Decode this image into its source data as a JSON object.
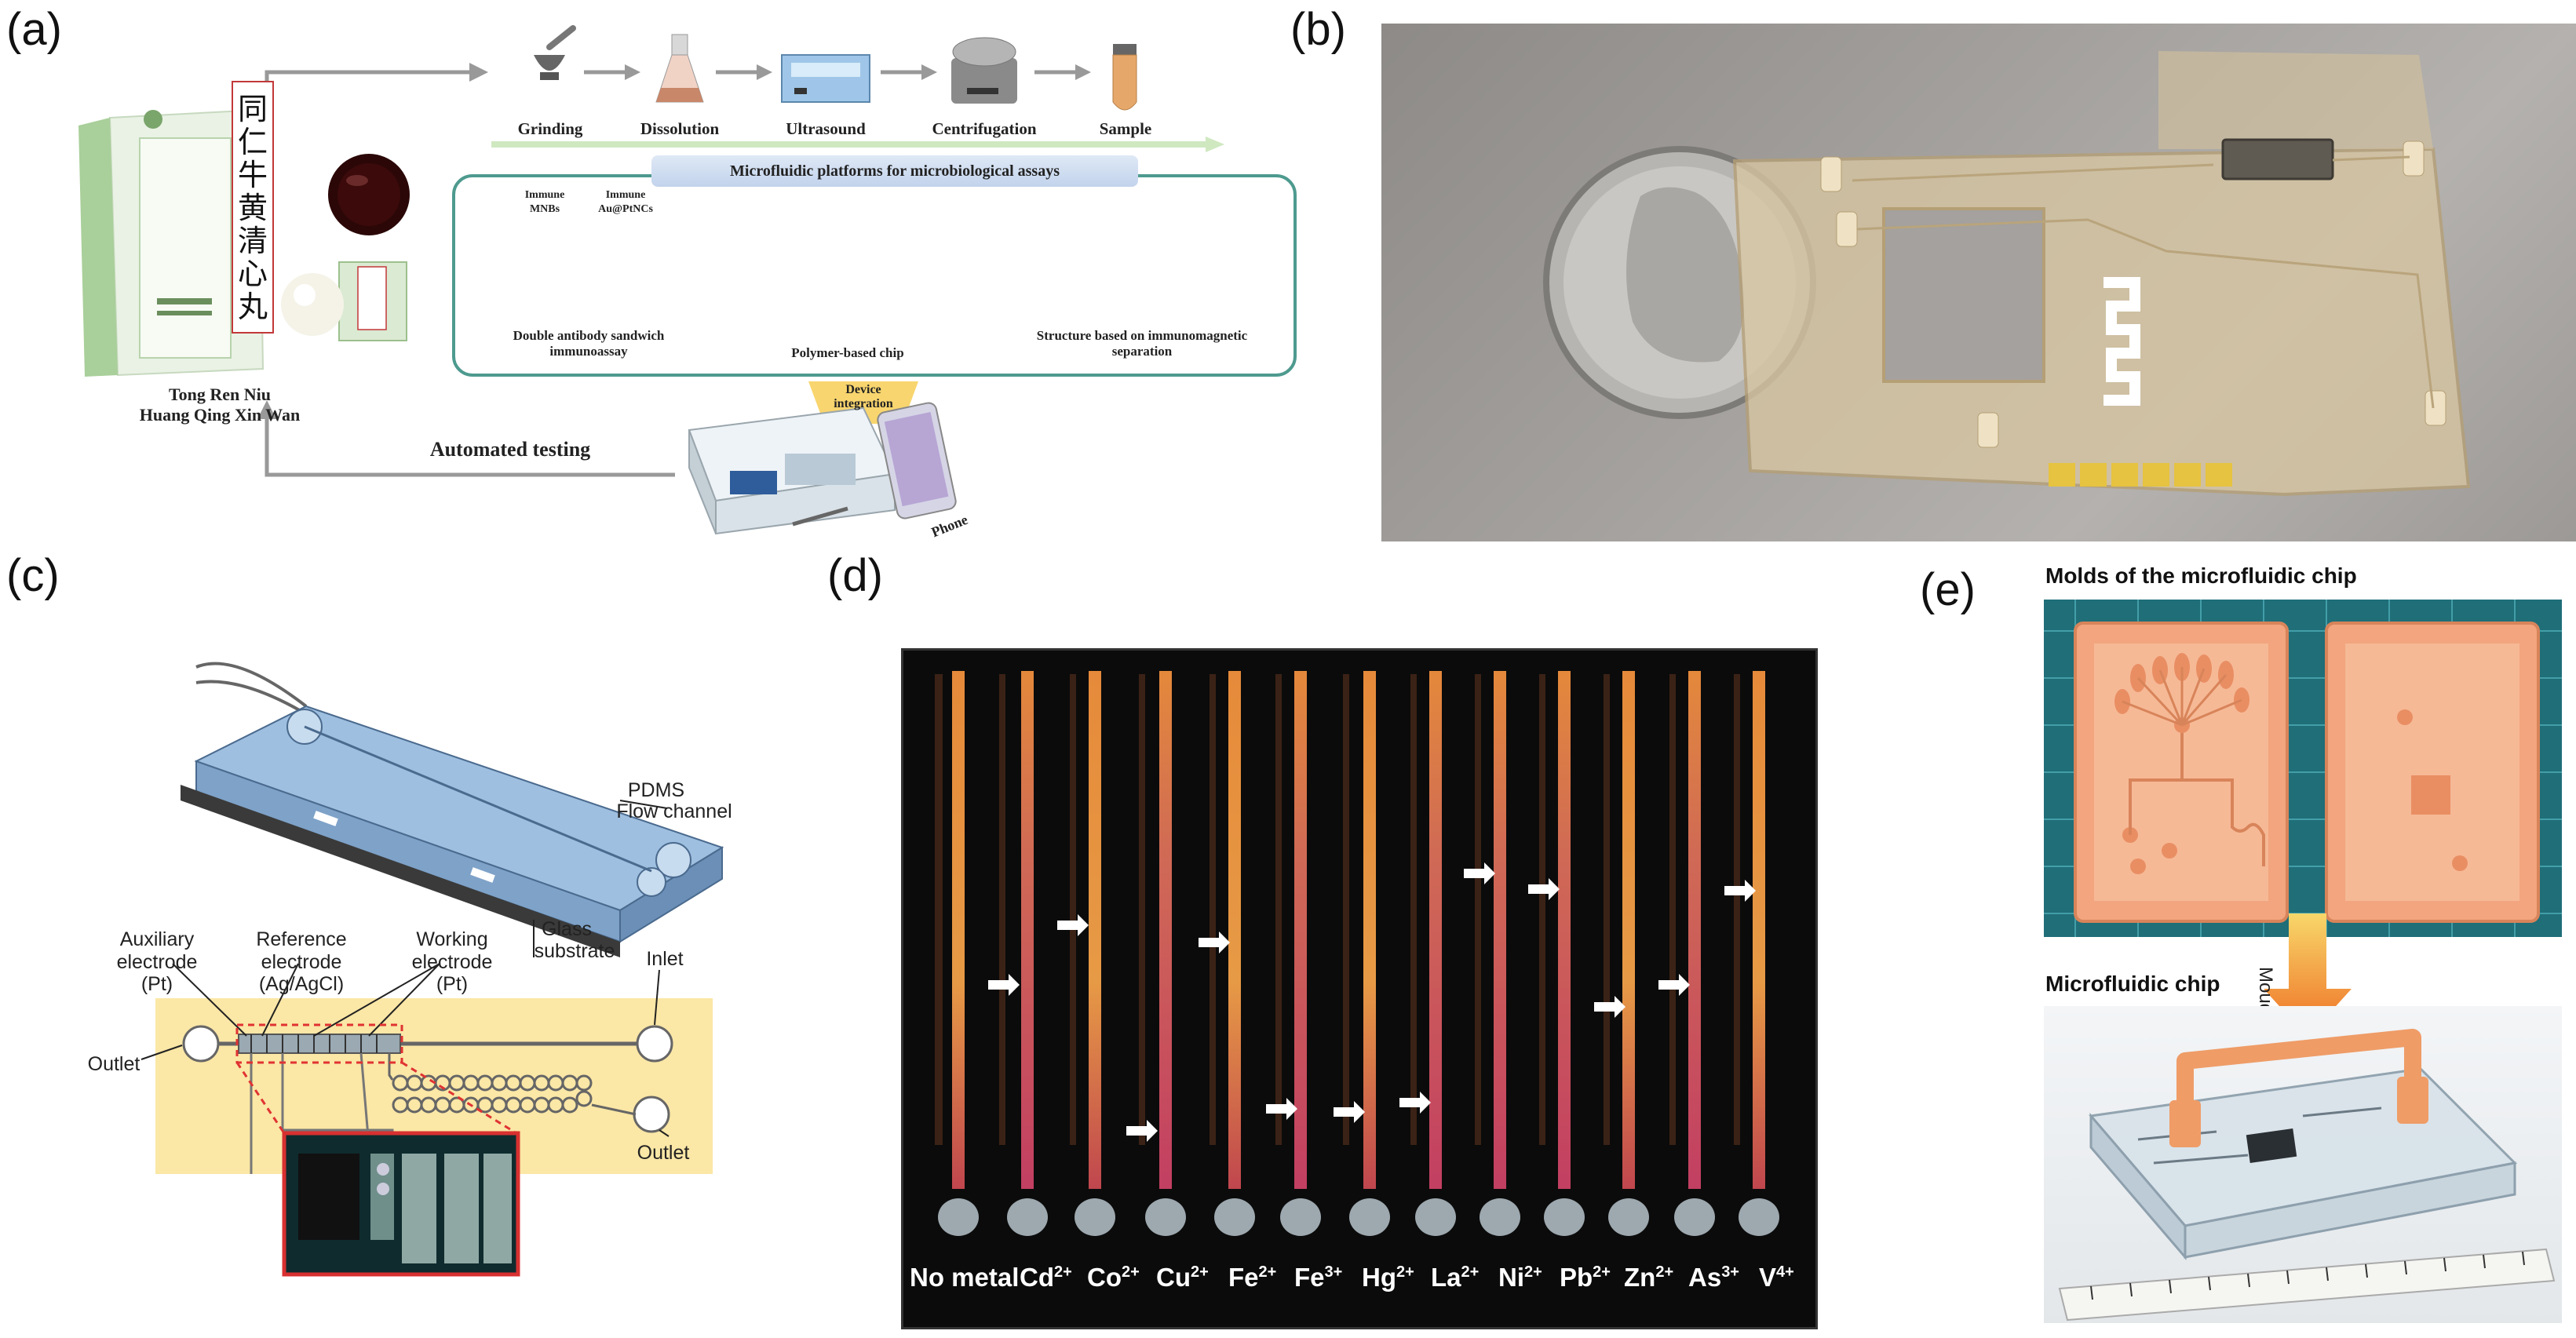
{
  "panels": {
    "a": {
      "label": "(a)",
      "steps": [
        "Grinding",
        "Dissolution",
        "Ultrasound",
        "Centrifugation",
        "Sample"
      ],
      "box_title": "Microfluidic platforms for microbiological assays",
      "legend": {
        "mnb": "Immune MNBs",
        "nc": "Immune Au@PtNCs"
      },
      "sub_captions": [
        "Double antibody sandwich immunoassay",
        "Polymer-based chip",
        "Structure based on immunomagnetic separation"
      ],
      "product_name_line1": "Tong Ren Niu",
      "product_name_line2": "Huang Qing Xin Wan",
      "box_vertical_text": "同仁牛黄清心丸",
      "device_integration": "Device integration",
      "automated_testing": "Automated testing",
      "phone": "Phone"
    },
    "b": {
      "label": "(b)"
    },
    "c": {
      "label": "(c)",
      "pdms": "PDMS",
      "flow_channel": "Flow channel",
      "glass": "Glass",
      "substrate": "substrate",
      "aux_1": "Auxiliary",
      "aux_2": "electrode",
      "aux_3": "(Pt)",
      "ref_1": "Reference",
      "ref_2": "electrode",
      "ref_3": "(Ag/AgCl)",
      "work_1": "Working",
      "work_2": "electrode",
      "work_3": "(Pt)",
      "inlet": "Inlet",
      "outlet_left": "Outlet",
      "outlet_right": "Outlet"
    },
    "d": {
      "label": "(d)",
      "ions": [
        {
          "base": "No metal",
          "sup": ""
        },
        {
          "base": "Cd",
          "sup": "2+"
        },
        {
          "base": "Co",
          "sup": "2+"
        },
        {
          "base": "Cu",
          "sup": "2+"
        },
        {
          "base": "Fe",
          "sup": "2+"
        },
        {
          "base": "Fe",
          "sup": "3+"
        },
        {
          "base": "Hg",
          "sup": "2+"
        },
        {
          "base": "La",
          "sup": "2+"
        },
        {
          "base": "Ni",
          "sup": "2+"
        },
        {
          "base": "Pb",
          "sup": "2+"
        },
        {
          "base": "Zn",
          "sup": "2+"
        },
        {
          "base": "As",
          "sup": "3+"
        },
        {
          "base": "V",
          "sup": "4+"
        }
      ]
    },
    "e": {
      "label": "(e)",
      "molds_title": "Molds of the microfluidic chip",
      "chip_title": "Microfluidic chip",
      "arrow_text": "Mouding"
    }
  }
}
